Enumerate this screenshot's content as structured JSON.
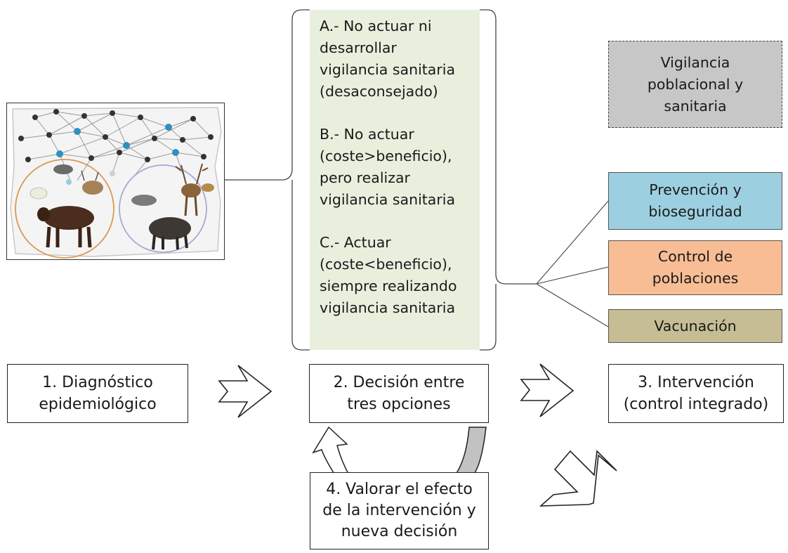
{
  "options": {
    "a": [
      "A.- No actuar ni",
      "desarrollar",
      "vigilancia sanitaria",
      "(desaconsejado)"
    ],
    "b": [
      "B.- No actuar",
      "(coste>beneficio),",
      "pero realizar",
      "vigilancia sanitaria"
    ],
    "c": [
      "C.- Actuar",
      "(coste<beneficio),",
      "siempre realizando",
      "vigilancia sanitaria"
    ]
  },
  "surveillance": [
    "Vigilancia",
    "poblacional y",
    "sanitaria"
  ],
  "interventions": {
    "prevention": [
      "Prevención y",
      "bioseguridad"
    ],
    "population": [
      "Control de",
      "poblaciones"
    ],
    "vaccination": [
      "Vacunación"
    ]
  },
  "steps": {
    "diagnosis": [
      "1. Diagnóstico",
      "epidemiológico"
    ],
    "decision": [
      "2. Decisión entre",
      "tres opciones"
    ],
    "intervention": [
      "3. Intervención",
      "(control integrado)"
    ],
    "evaluation": [
      "4. Valorar el efecto",
      "de la intervención y",
      "nueva decisión"
    ]
  },
  "colors": {
    "options_bg": "#e8f0dd",
    "surveillance_bg": "#c7c7c7",
    "prevention_bg": "#9cd0e0",
    "population_bg": "#f8bd94",
    "vaccination_bg": "#c6bd94",
    "loop_arrow": "#c2c2c2"
  }
}
